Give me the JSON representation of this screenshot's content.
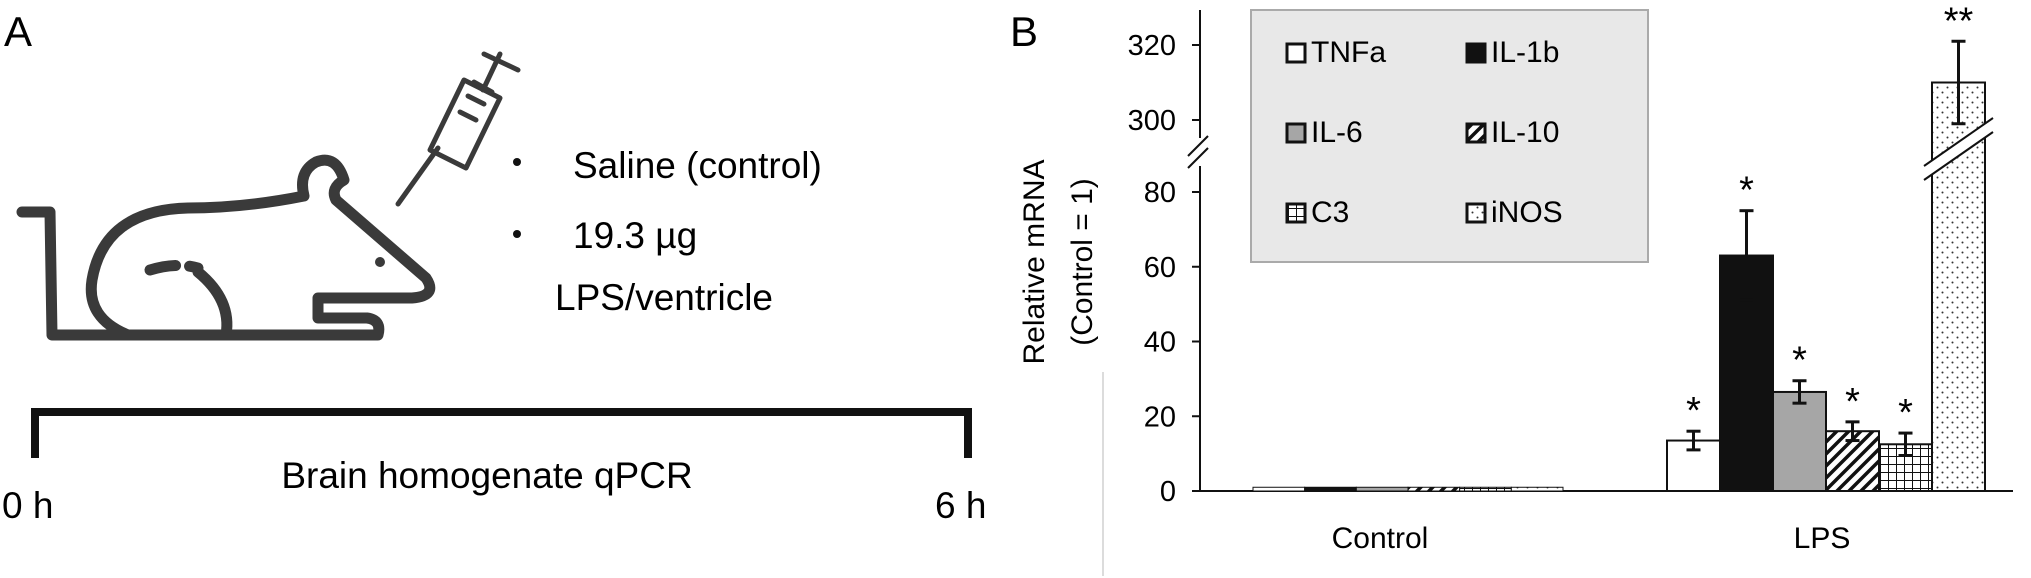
{
  "panel_a": {
    "label": "A",
    "bullets": [
      "Saline (control)",
      "19.3 µg",
      "LPS/ventricle"
    ],
    "timeline_label": "Brain homogenate qPCR",
    "start_time": "0 h",
    "end_time": "6 h"
  },
  "panel_b": {
    "label": "B"
  },
  "chart_data": {
    "type": "bar",
    "categories": [
      "Control",
      "LPS"
    ],
    "ylabel_lines": [
      "Relative mRNA",
      "(Control = 1)"
    ],
    "axis_break": true,
    "lower_ticks": [
      0,
      20,
      40,
      60,
      80
    ],
    "upper_ticks": [
      300,
      320
    ],
    "lower_range": [
      0,
      85
    ],
    "upper_range": [
      288,
      330
    ],
    "legend_position": "top-left inside plot",
    "series": [
      {
        "name": "TNFa",
        "fill": "white",
        "values": [
          1,
          13.5
        ],
        "errors": [
          0,
          2.5
        ],
        "significance": [
          "",
          "*"
        ]
      },
      {
        "name": "IL-1b",
        "fill": "black",
        "values": [
          1,
          63
        ],
        "errors": [
          0,
          12
        ],
        "significance": [
          "",
          "*"
        ]
      },
      {
        "name": "IL-6",
        "fill": "gray",
        "values": [
          1,
          26.5
        ],
        "errors": [
          0,
          3
        ],
        "significance": [
          "",
          "*"
        ]
      },
      {
        "name": "IL-10",
        "fill": "diagonal",
        "values": [
          1,
          16
        ],
        "errors": [
          0,
          2.5
        ],
        "significance": [
          "",
          "*"
        ]
      },
      {
        "name": "C3",
        "fill": "grid",
        "values": [
          1,
          12.5
        ],
        "errors": [
          0,
          3
        ],
        "significance": [
          "",
          "*"
        ]
      },
      {
        "name": "iNOS",
        "fill": "dotted",
        "values": [
          1,
          310
        ],
        "errors": [
          0,
          11
        ],
        "significance": [
          "",
          "**"
        ]
      }
    ]
  },
  "colors": {
    "ink": "#111111",
    "mouse": "#3a3a3a",
    "legend_bg": "#e8e8e8",
    "legend_border": "#aaaaaa",
    "gray_bar": "#a6a6a6"
  }
}
